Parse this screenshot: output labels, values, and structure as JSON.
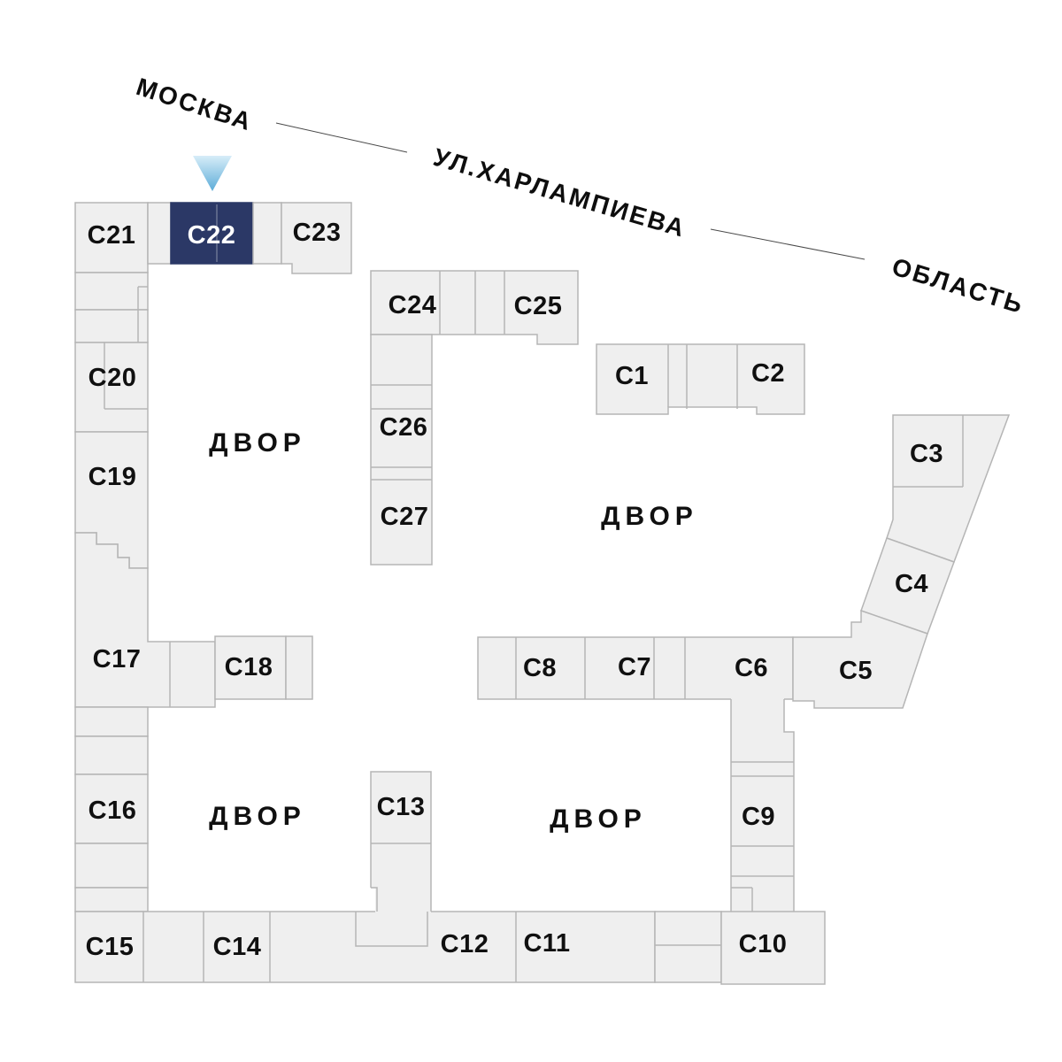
{
  "streets": {
    "moscow": "МОСКВА",
    "kharlampieva": "УЛ.ХАРЛАМПИЕВА",
    "oblast": "ОБЛАСТЬ"
  },
  "selected_building": "C22",
  "courtyards": [
    {
      "label": "ДВОР"
    },
    {
      "label": "ДВОР"
    },
    {
      "label": "ДВОР"
    },
    {
      "label": "ДВОР"
    }
  ],
  "buildings": {
    "c1": {
      "label": "C1"
    },
    "c2": {
      "label": "C2"
    },
    "c3": {
      "label": "C3"
    },
    "c4": {
      "label": "C4"
    },
    "c5": {
      "label": "C5"
    },
    "c6": {
      "label": "C6"
    },
    "c7": {
      "label": "C7"
    },
    "c8": {
      "label": "C8"
    },
    "c9": {
      "label": "C9"
    },
    "c10": {
      "label": "C10"
    },
    "c11": {
      "label": "C11"
    },
    "c12": {
      "label": "C12"
    },
    "c13": {
      "label": "C13"
    },
    "c14": {
      "label": "C14"
    },
    "c15": {
      "label": "C15"
    },
    "c16": {
      "label": "C16"
    },
    "c17": {
      "label": "C17"
    },
    "c18": {
      "label": "C18"
    },
    "c19": {
      "label": "C19"
    },
    "c20": {
      "label": "C20"
    },
    "c21": {
      "label": "C21"
    },
    "c22": {
      "label": "C22"
    },
    "c23": {
      "label": "C23"
    },
    "c24": {
      "label": "C24"
    },
    "c25": {
      "label": "C25"
    },
    "c26": {
      "label": "C26"
    },
    "c27": {
      "label": "C27"
    }
  },
  "colors": {
    "background": "#ffffff",
    "building_fill": "#efefef",
    "building_stroke": "#b5b5b5",
    "selected_fill": "#2b3866",
    "selected_text": "#ffffff",
    "label_text": "#101010",
    "marker_gradient_top": "#d7edf8",
    "marker_gradient_bottom": "#5cacd8"
  }
}
